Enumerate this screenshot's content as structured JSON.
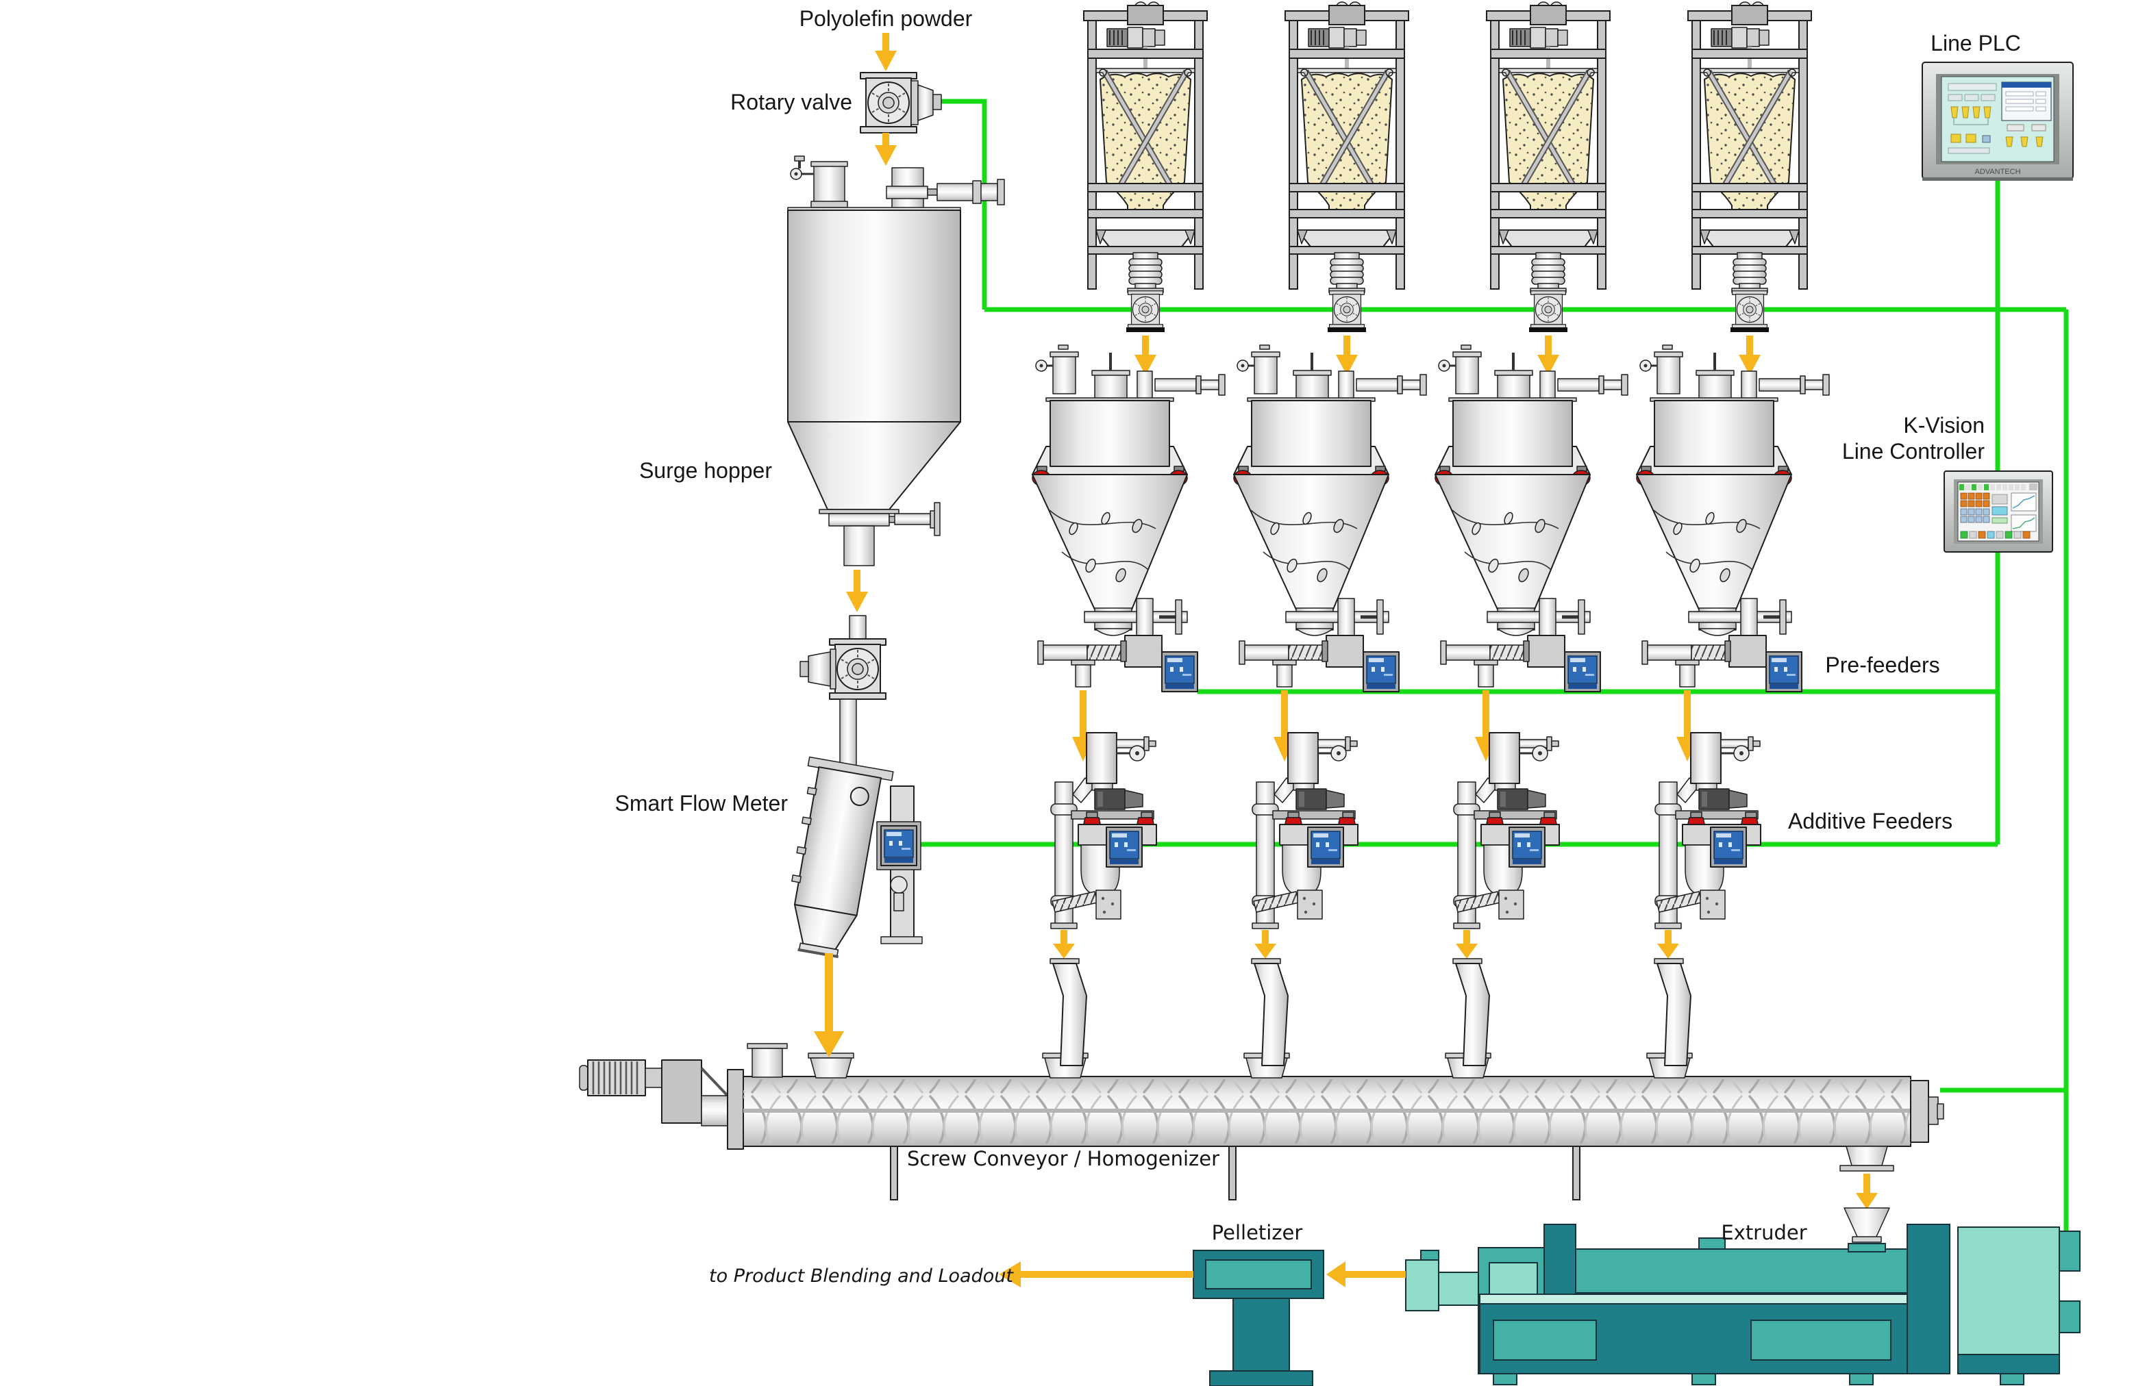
{
  "title": "Polyolefin compounding line process diagram",
  "labels": {
    "polyolefin_powder": "Polyolefin powder",
    "rotary_valve": "Rotary valve",
    "surge_hopper": "Surge hopper",
    "smart_flow_meter": "Smart Flow Meter",
    "line_plc": "Line PLC",
    "kvision_line1": "K-Vision",
    "kvision_line2": "Line Controller",
    "pre_feeders": "Pre-feeders",
    "additive_feeders": "Additive Feeders",
    "screw_conveyor": "Screw Conveyor / Homogenizer",
    "pelletizer": "Pelletizer",
    "extruder": "Extruder",
    "loadout": "to Product Blending and Loadout",
    "plc_brand": "ADVANTECH"
  },
  "equipment": {
    "big_bag_unloaders": 4,
    "pre_feeders": 4,
    "additive_feeders": 4,
    "rotary_valves": 2,
    "controllers_with_display": 9
  },
  "colors": {
    "wire": "#17DB17",
    "flow": "#F6B41D",
    "bag": "#F6ECC3",
    "sensor_red": "#CE1212",
    "screen_blue": "#2E6CB8",
    "teal_light": "#8FDCCB",
    "teal_mid": "#44B1A6",
    "teal_dark": "#1E7F88",
    "teal_pale": "#C9F0E4",
    "plc_screen": "#CFEEE8"
  }
}
